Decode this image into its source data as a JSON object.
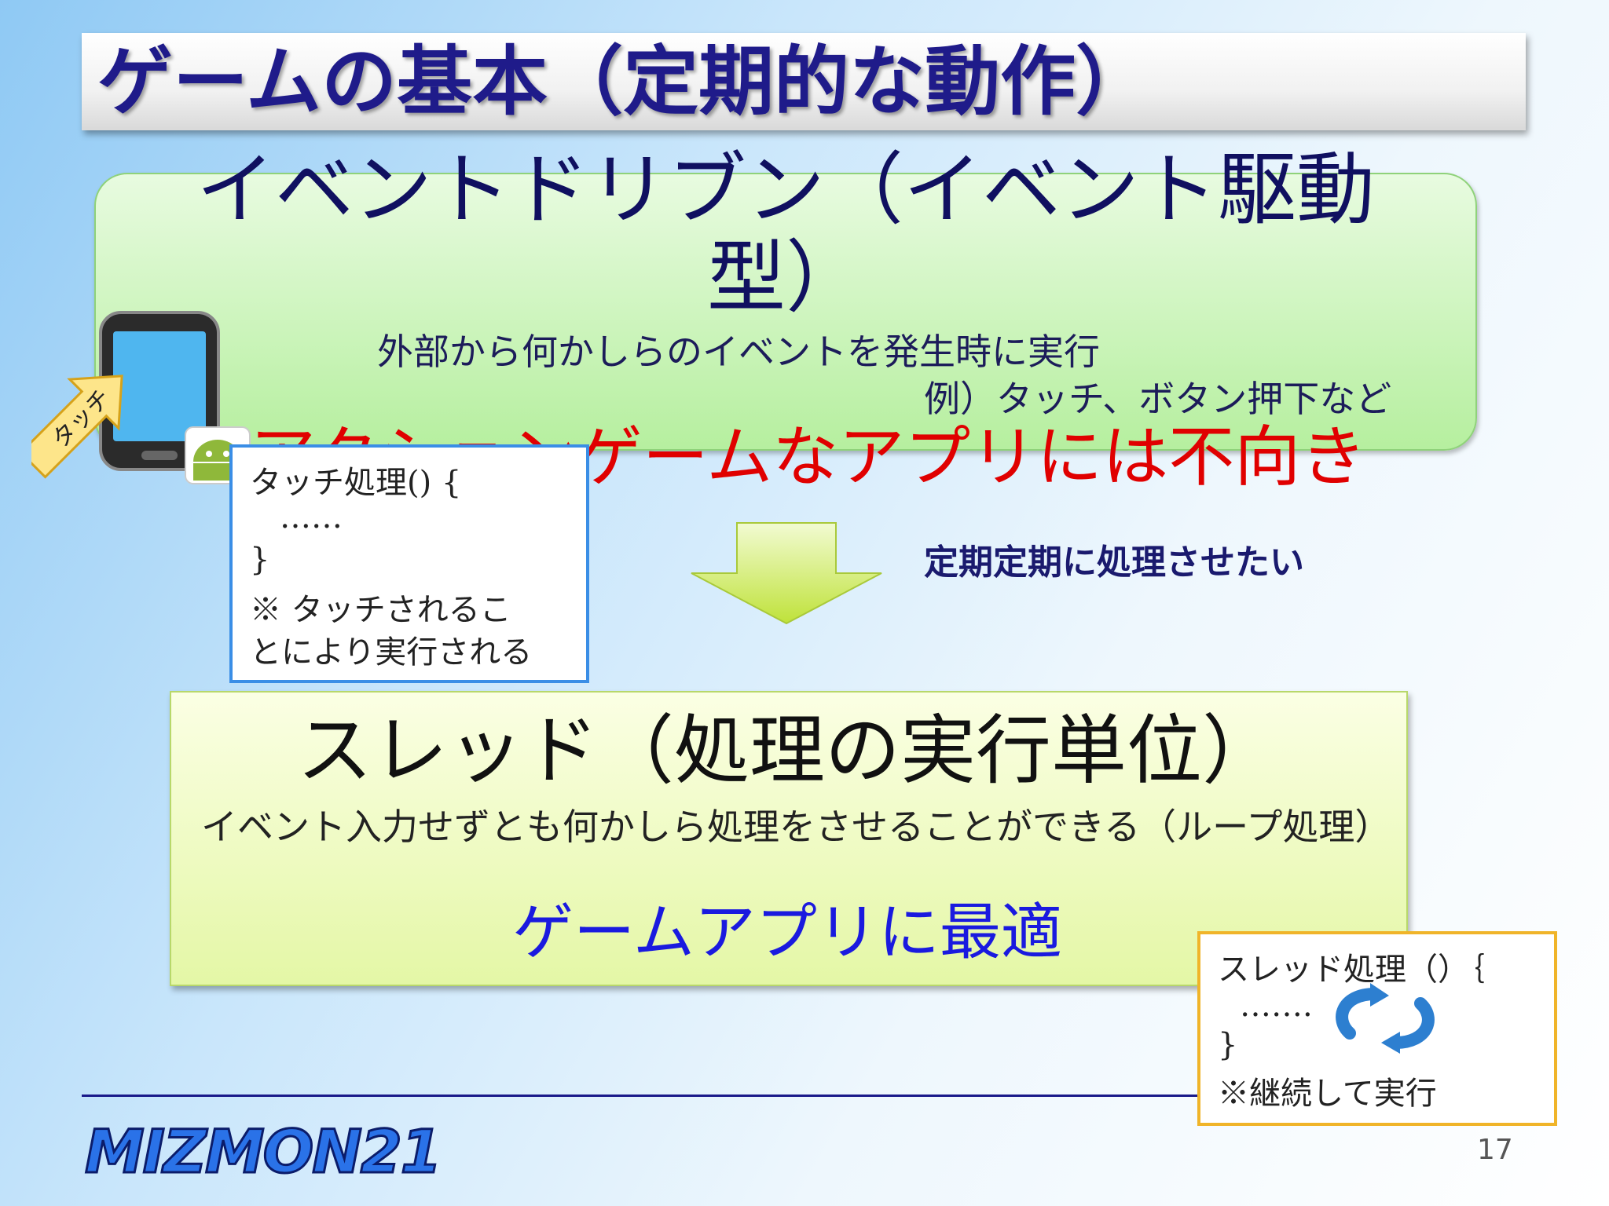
{
  "title": "ゲームの基本（定期的な動作）",
  "event_driven": {
    "heading": "イベントドリブン（イベント駆動型）",
    "description_1": "外部から何かしらのイベントを発生時に実行",
    "description_2": "例）タッチ、ボタン押下など",
    "warning": "アクションゲームなアプリには不向き"
  },
  "phone_callout_label": "タッチ",
  "touch_code": {
    "lines": [
      "タッチ処理() {",
      "……",
      "}",
      "※ タッチされるこ",
      "とにより実行される"
    ]
  },
  "transition_label": "定期定期に処理させたい",
  "thread": {
    "heading": "スレッド（処理の実行単位）",
    "description": "イベント入力せずとも何かしら処理をさせることができる（ループ処理）",
    "best_for": "ゲームアプリに最適"
  },
  "thread_code": {
    "lines": [
      "スレッド処理（）｛",
      "…….",
      "}",
      "※継続して実行"
    ]
  },
  "logo_text": "MIZMON21",
  "page_number": "17",
  "colors": {
    "title_text": "#1f1b8a",
    "warning_text": "#e00000",
    "best_text": "#1a1adf",
    "touch_box_border": "#3a8ee6",
    "thread_code_border": "#f0b429"
  }
}
